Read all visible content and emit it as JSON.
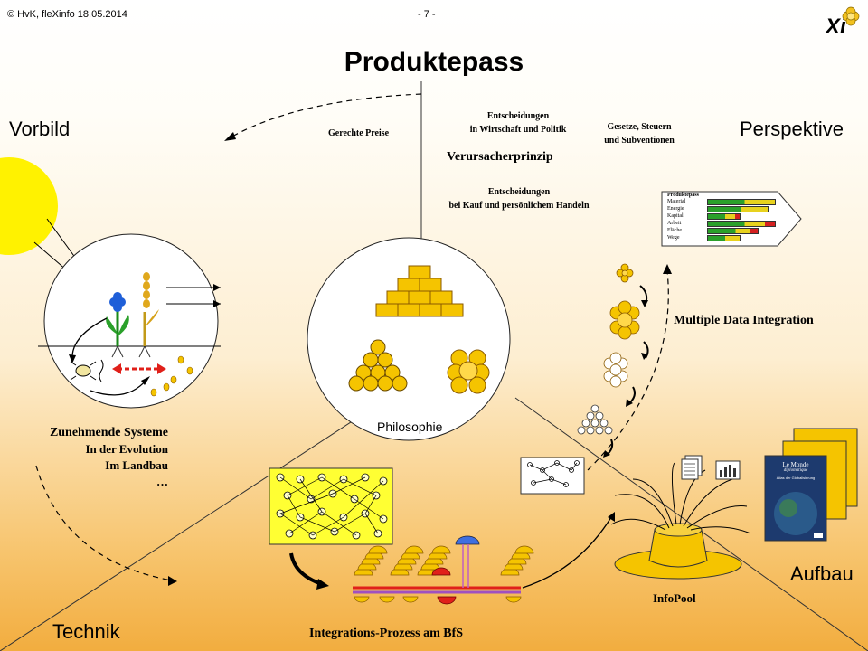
{
  "header": {
    "left": "© HvK, fleXinfo 18.05.2014",
    "center": "- 7 -",
    "logo": "Xi"
  },
  "title": "Produktepass",
  "corners": {
    "top_left": "Vorbild",
    "top_right": "Perspektive",
    "bottom_left": "Technik",
    "bottom_right": "Aufbau"
  },
  "top_labels": {
    "fair_prices": "Gerechte Preise",
    "decisions_politics_1": "Entscheidungen",
    "decisions_politics_2": "in Wirtschaft und Politik",
    "laws_1": "Gesetze, Steuern",
    "laws_2": "und Subventionen",
    "polluter_pays": "Verursacherprinzip",
    "decisions_purchase_1": "Entscheidungen",
    "decisions_purchase_2": "bei Kauf und persönlichem Handeln"
  },
  "center_label": "Philosophie",
  "left_texts": {
    "line1": "Zunehmende Systeme",
    "line2": "In der Evolution",
    "line3": "Im Landbau",
    "line4": "…"
  },
  "right_label": "Multiple Data Integration",
  "bottom_center_label": "Integrations-Prozess am BfS",
  "infopool_label": "InfoPool",
  "pass_card": {
    "title": "Produktepass",
    "rows": [
      {
        "label": "Material",
        "value": 0.95,
        "color": "#e8d21e"
      },
      {
        "label": "Energie",
        "value": 0.85,
        "color": "#e8d21e"
      },
      {
        "label": "Kapital",
        "value": 0.45,
        "color": "#d42020"
      },
      {
        "label": "Arbeit",
        "value": 0.95,
        "color": "#d42020"
      },
      {
        "label": "Fläche",
        "value": 0.7,
        "color": "#d42020"
      },
      {
        "label": "Wege",
        "value": 0.45,
        "color": "#e8d21e"
      }
    ]
  },
  "book": {
    "title": "Le Monde",
    "subtitle": "diplomatique",
    "caption": "Atlas der Globalisierung"
  },
  "colors": {
    "sun": "#fff200",
    "gold": "#f5c400",
    "accent_red": "#e0201a"
  }
}
